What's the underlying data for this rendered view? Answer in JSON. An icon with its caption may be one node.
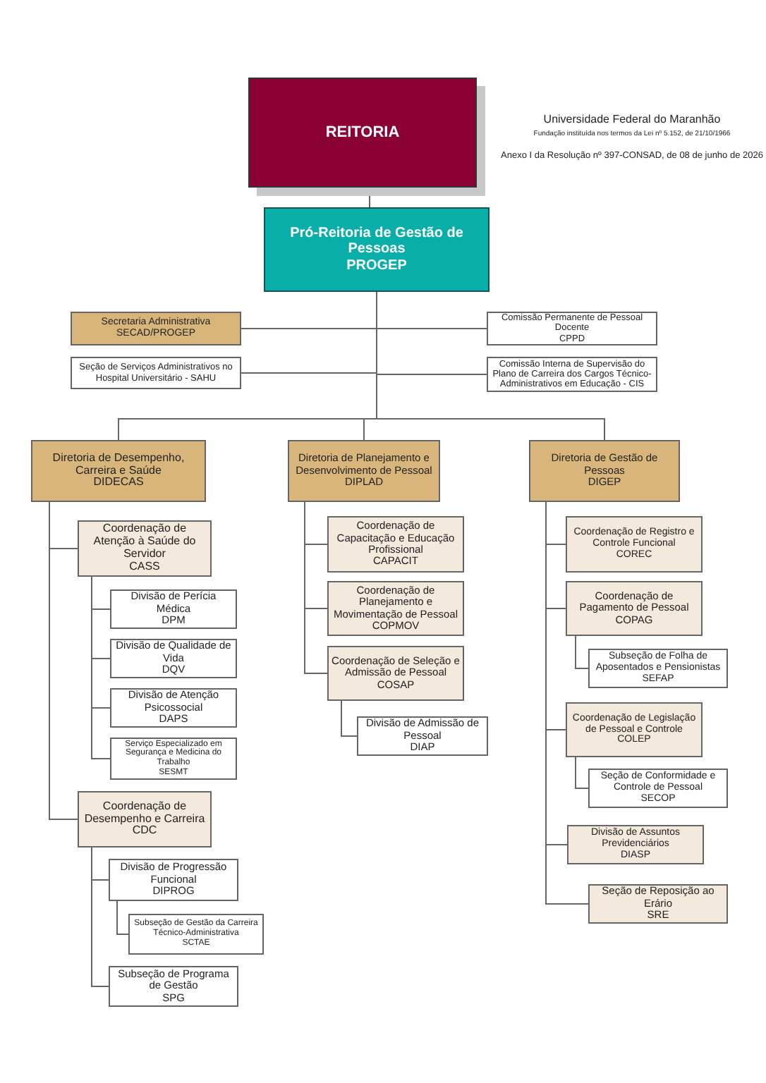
{
  "diagram": {
    "nodes": [
      {
        "text": [
          "REITORIA"
        ]
      },
      {
        "text": [
          "Pró-Reitoria de Gestão de Pessoas",
          "PROGEP"
        ]
      },
      {
        "text": [
          "Secretaria Administrativa",
          "SECAD/PROGEP"
        ]
      },
      {
        "text": [
          "Seção de Serviços Administrativos no Hospital Universitário - SAHU"
        ]
      },
      {
        "text": [
          "Comissão Permanente de Pessoal Docente",
          "CPPD"
        ]
      },
      {
        "text": [
          "Comissão Interna de Supervisão do Plano de Carreira dos Cargos Técnico-Administrativos em Educação - CIS"
        ]
      },
      {
        "text": [
          "Diretoria de Desempenho, Carreira e Saúde",
          "DIDECAS"
        ]
      },
      {
        "text": [
          "Coordenação de Atenção à Saúde do Servidor",
          "CASS"
        ]
      },
      {
        "text": [
          "Divisão de Perícia Médica",
          "DPM"
        ]
      },
      {
        "text": [
          "Divisão de Qualidade de Vida",
          "DQV"
        ]
      },
      {
        "text": [
          "Divisão de Atenção Psicossocial",
          "DAPS"
        ]
      },
      {
        "text": [
          "Serviço Especializado em Segurança e Medicina do Trabalho",
          "SESMT"
        ]
      },
      {
        "text": [
          "Coordenação de Desempenho e Carreira",
          "CDC"
        ]
      },
      {
        "text": [
          "Divisão de Progressão Funcional",
          "DIPROG"
        ]
      },
      {
        "text": [
          "Subseção de Gestão da Carreira Técnico-Administrativa",
          "SCTAE"
        ]
      },
      {
        "text": [
          "Subseção de Programa de Gestão",
          "SPG"
        ]
      },
      {
        "text": [
          "Diretoria de Planejamento e Desenvolvimento de Pessoal",
          "DIPLAD"
        ]
      },
      {
        "text": [
          "Coordenação de Capacitação e Educação Profissional",
          "CAPACIT"
        ]
      },
      {
        "text": [
          "Coordenação de Planejamento e Movimentação de Pessoal",
          "COPMOV"
        ]
      },
      {
        "text": [
          "Coordenação de Seleção e Admissão de Pessoal",
          "COSAP"
        ]
      },
      {
        "text": [
          "Divisão de Admissão de Pessoal",
          "DIAP"
        ]
      },
      {
        "text": [
          "Diretoria de Gestão de Pessoas",
          "DIGEP"
        ]
      },
      {
        "text": [
          "Coordenação de Registro e Controle Funcional",
          "COREC"
        ]
      },
      {
        "text": [
          "Coordenação de Pagamento de Pessoal",
          "COPAG"
        ]
      },
      {
        "text": [
          "Subseção de Folha de Aposentados e Pensionistas",
          "SEFAP"
        ]
      },
      {
        "text": [
          "Coordenação de Legislação de Pessoal e Controle",
          "COLEP"
        ]
      },
      {
        "text": [
          "Seção de Conformidade e Controle de Pessoal",
          "SECOP"
        ]
      },
      {
        "text": [
          "Divisão de Assuntos Previdenciários",
          "DIASP"
        ]
      },
      {
        "text": [
          "Seção de Reposição ao Erário",
          "SRE"
        ]
      }
    ],
    "edges": [
      {
        "from": 0,
        "to": 1,
        "arrow": "none"
      },
      {
        "from": 1,
        "to": 2,
        "arrow": "none"
      },
      {
        "from": 1,
        "to": 3,
        "arrow": "none"
      },
      {
        "from": 1,
        "to": 4,
        "arrow": "none"
      },
      {
        "from": 1,
        "to": 5,
        "arrow": "none"
      },
      {
        "from": 1,
        "to": 6,
        "arrow": "none"
      },
      {
        "from": 1,
        "to": 16,
        "arrow": "none"
      },
      {
        "from": 1,
        "to": 21,
        "arrow": "none"
      },
      {
        "from": 6,
        "to": 7,
        "arrow": "none"
      },
      {
        "from": 6,
        "to": 12,
        "arrow": "none"
      },
      {
        "from": 7,
        "to": 8,
        "arrow": "none"
      },
      {
        "from": 7,
        "to": 9,
        "arrow": "none"
      },
      {
        "from": 7,
        "to": 10,
        "arrow": "none"
      },
      {
        "from": 7,
        "to": 11,
        "arrow": "none"
      },
      {
        "from": 12,
        "to": 13,
        "arrow": "none"
      },
      {
        "from": 12,
        "to": 15,
        "arrow": "none"
      },
      {
        "from": 13,
        "to": 14,
        "arrow": "none"
      },
      {
        "from": 16,
        "to": 17,
        "arrow": "none"
      },
      {
        "from": 16,
        "to": 18,
        "arrow": "none"
      },
      {
        "from": 16,
        "to": 19,
        "arrow": "none"
      },
      {
        "from": 19,
        "to": 20,
        "arrow": "none"
      },
      {
        "from": 21,
        "to": 22,
        "arrow": "none"
      },
      {
        "from": 21,
        "to": 23,
        "arrow": "none"
      },
      {
        "from": 21,
        "to": 25,
        "arrow": "none"
      },
      {
        "from": 21,
        "to": 27,
        "arrow": "none"
      },
      {
        "from": 21,
        "to": 28,
        "arrow": "none"
      },
      {
        "from": 23,
        "to": 24,
        "arrow": "none"
      },
      {
        "from": 25,
        "to": 26,
        "arrow": "none"
      }
    ],
    "labels": [
      "Universidade Federal do Maranhão",
      "Fundação instituída nos termos da Lei nº 5.152, de 21/10/1966",
      "Anexo I da Resolução nº 397-CONSAD, de 08 de junho de 2026"
    ]
  }
}
